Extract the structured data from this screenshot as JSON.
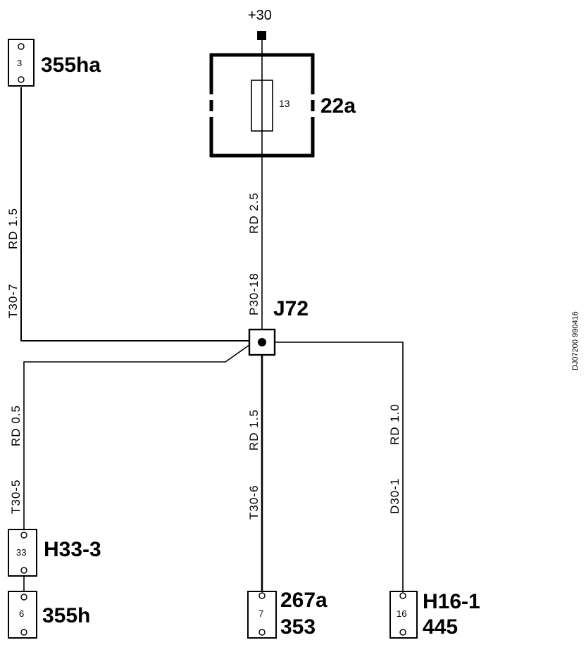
{
  "supply": {
    "label": "+30"
  },
  "fuse": {
    "number": "13",
    "id": "22a"
  },
  "junction": {
    "id": "J72"
  },
  "connectors": {
    "c355ha": {
      "pin": "3",
      "id": "355ha"
    },
    "h33_3": {
      "pin": "33",
      "id": "H33-3"
    },
    "c355h": {
      "pin": "6",
      "id": "355h"
    },
    "c267a": {
      "pin": "7",
      "id": "267a",
      "id2": "353"
    },
    "h16_1": {
      "pin": "16",
      "id": "H16-1",
      "id2": "445"
    }
  },
  "wires": {
    "top": {
      "code": "P30-18",
      "spec": "RD 2.5"
    },
    "left": {
      "code": "T30-7",
      "spec": "RD 1.5"
    },
    "h33": {
      "code": "T30-5",
      "spec": "RD 0.5"
    },
    "middle": {
      "code": "T30-6",
      "spec": "RD 1.5"
    },
    "right": {
      "code": "D30-1",
      "spec": "RD 1.0"
    }
  },
  "doc_id": "DJ07200 990416"
}
